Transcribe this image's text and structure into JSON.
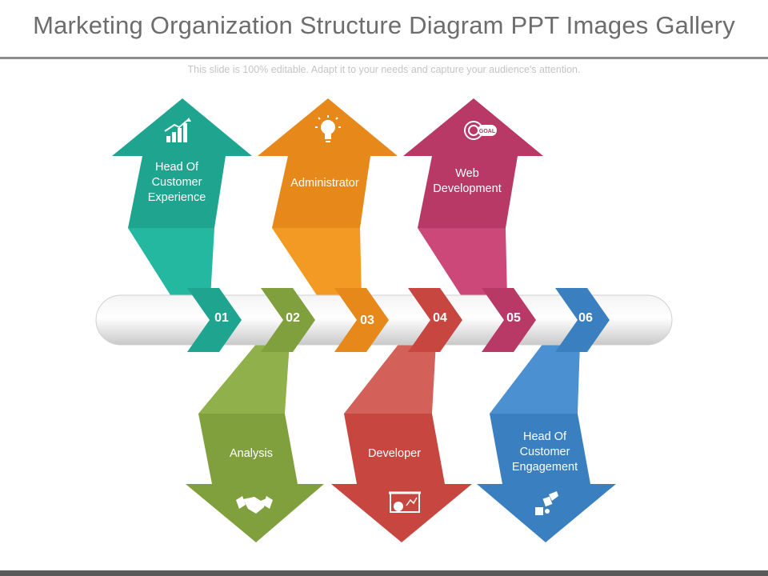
{
  "header": {
    "title": "Marketing Organization Structure Diagram PPT Images Gallery",
    "subtitle": "This slide is 100% editable. Adapt it to your needs and capture your audience's attention."
  },
  "steps": [
    {
      "number": "01",
      "label": "Head Of Customer Experience",
      "icon": "bar-chart-growth-icon",
      "color": "#1fa58f",
      "direction": "up"
    },
    {
      "number": "02",
      "label": "Analysis",
      "icon": "handshake-icon",
      "color": "#7fa03c",
      "direction": "down"
    },
    {
      "number": "03",
      "label": "Administrator",
      "icon": "light-bulb-icon",
      "color": "#e6881a",
      "direction": "up"
    },
    {
      "number": "04",
      "label": "Developer",
      "icon": "presentation-board-icon",
      "color": "#c84640",
      "direction": "down"
    },
    {
      "number": "05",
      "label": "Web Development",
      "icon": "goal-target-icon",
      "color": "#b83866",
      "direction": "up"
    },
    {
      "number": "06",
      "label": "Head Of Customer Engagement",
      "icon": "puzzle-hand-icon",
      "color": "#3a7fc0",
      "direction": "down"
    }
  ]
}
